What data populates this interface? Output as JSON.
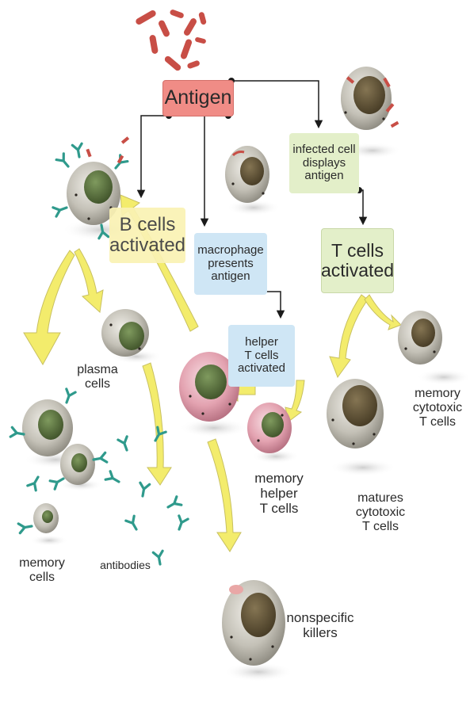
{
  "labels": {
    "antigen": "Antigen",
    "infected_cell": "infected cell\ndisplays\nantigen",
    "b_cells": "B cells\nactivated",
    "macrophage": "macrophage\npresents\nantigen",
    "t_cells": "T cells\nactivated",
    "helper": "helper\nT cells\nactivated",
    "plasma": "plasma\ncells",
    "memory_cytotoxic": "memory\ncytotoxic\nT cells",
    "memory_helper": "memory\nhelper\nT cells",
    "matures_cytotoxic": "matures\ncytotoxic\nT cells",
    "memory_cells": "memory\ncells",
    "antibodies": "antibodies",
    "nonspecific": "nonspecific\nkillers"
  },
  "colors": {
    "antigen_box": "#f08c86",
    "green_box": "#e3efc9",
    "yellow_box": "#faf2b4",
    "blue_box": "#cfe6f5",
    "arrow_yellow": "#f3ec6c",
    "cell_gray": "#bdbab0",
    "nucleus_green": "#556b3c",
    "nucleus_brown": "#5f5237",
    "pink_cell": "#e5a7b3",
    "antibody_teal": "#2f9a8c",
    "bacteria_red": "#c84e46"
  }
}
